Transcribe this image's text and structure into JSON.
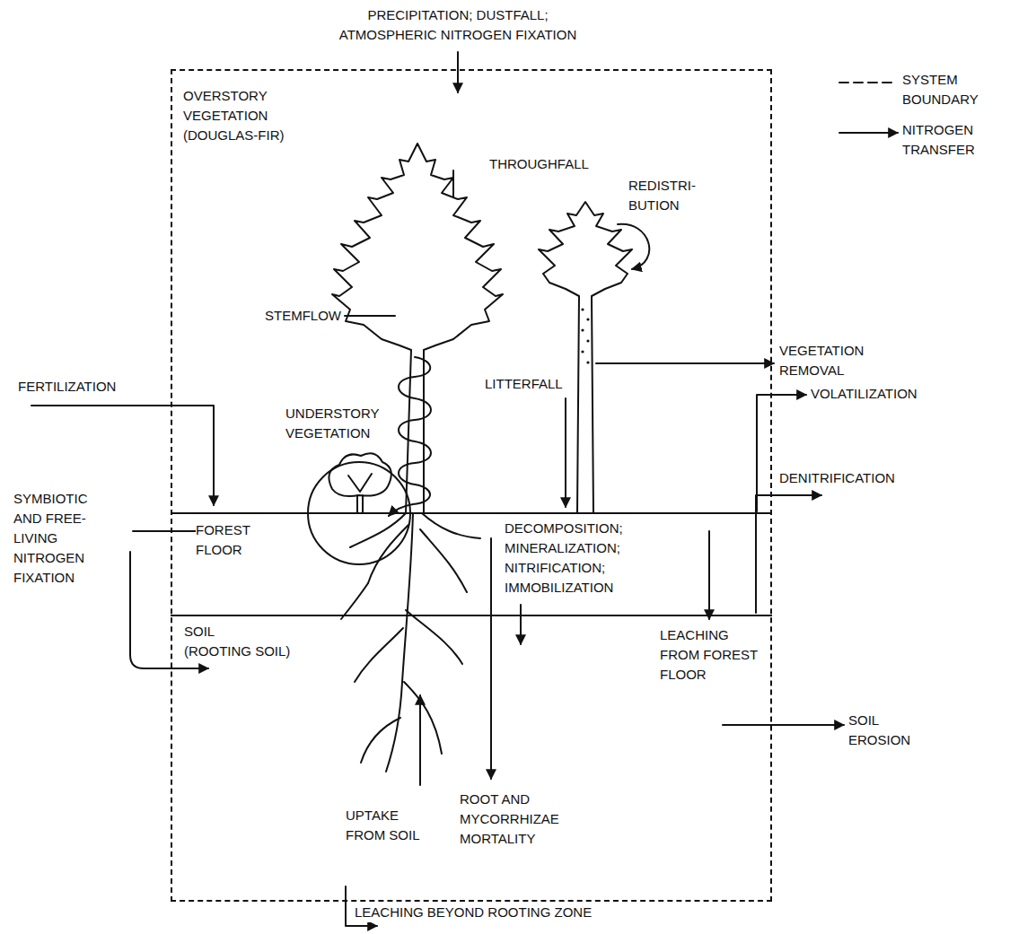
{
  "diagram": {
    "nodes": [
      {
        "text": [
          "OVERSTORY VEGETATION",
          "(DOUGLAS-FIR)"
        ]
      },
      {
        "text": [
          "UNDERSTORY VEGETATION"
        ],
        "in": 0
      },
      {
        "text": [
          "FOREST FLOOR"
        ],
        "in": 0
      },
      {
        "text": [
          "SOIL",
          "(ROOTING SOIL)"
        ],
        "in": 0
      }
    ],
    "labels": [
      "PRECIPITATION; DUSTFALL; ATMOSPHERIC NITROGEN FIXATION",
      "THROUGHFALL",
      "REDISTRI- BUTION",
      "STEMFLOW",
      "LITTERFALL",
      "VEGETATION REMOVAL",
      "FERTILIZATION",
      "VOLATILIZATION",
      "SYMBIOTIC AND FREE- LIVING NITROGEN FIXATION",
      "DENITRIFICATION",
      "DECOMPOSITION; MINERALIZATION; NITRIFICATION; IMMOBILIZATION",
      "LEACHING FROM FOREST FLOOR",
      "SOIL EROSION",
      "UPTAKE FROM SOIL",
      "ROOT AND MYCORRHIZAE MORTALITY",
      "LEACHING BEYOND ROOTING ZONE"
    ],
    "legend": [
      {
        "text": "SYSTEM BOUNDARY"
      },
      {
        "text": "NITROGEN TRANSFER"
      }
    ]
  }
}
